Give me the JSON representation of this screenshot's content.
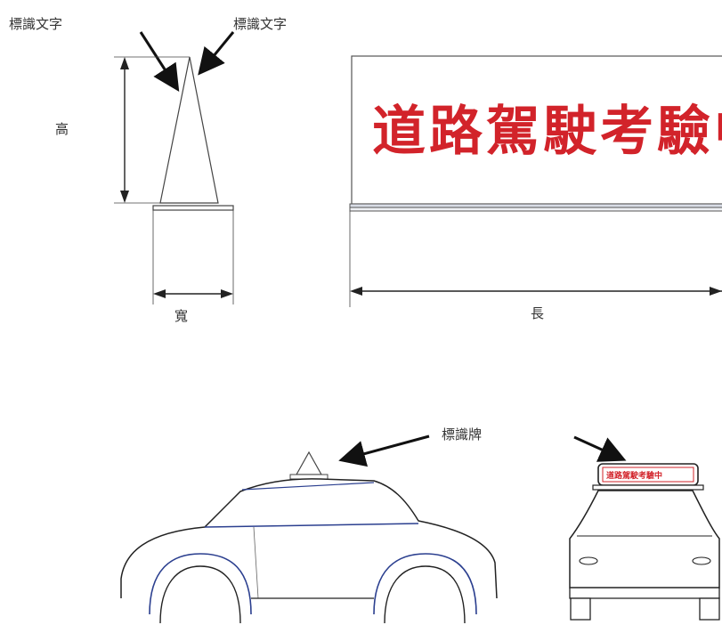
{
  "labels": {
    "marking_text_left": "標識文字",
    "marking_text_right": "標識文字",
    "height": "高",
    "width": "寬",
    "length": "長",
    "sign_board": "標識牌"
  },
  "sign": {
    "text": "道路駕駛考驗中",
    "mini_text": "道路駕駛考驗中"
  },
  "colors": {
    "sign_text": "#d2232a",
    "line": "#333333",
    "car_outline": "#222222",
    "car_blue_accent": "#2b3f8f"
  }
}
